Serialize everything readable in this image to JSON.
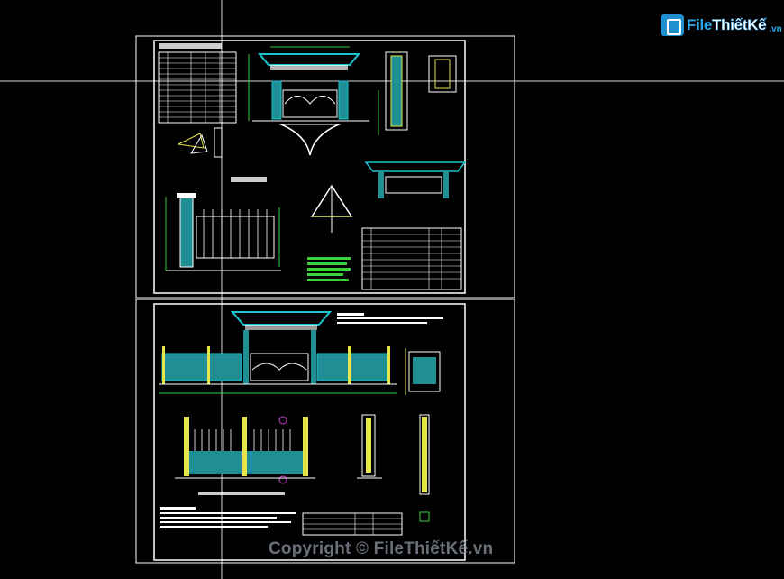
{
  "watermark": {
    "logo_file": "File",
    "logo_name": "ThiếtKế",
    "logo_domain": ".vn",
    "copyright": "Copyright © FileThiếtKế.vn"
  },
  "colors": {
    "background": "#000000",
    "frame": "#ffffff",
    "cyan": "#19c6d0",
    "teal_fill": "#1f8f95",
    "yellow": "#e6e64a",
    "green": "#3ad13a",
    "magenta": "#d040d0",
    "red": "#e04040"
  }
}
